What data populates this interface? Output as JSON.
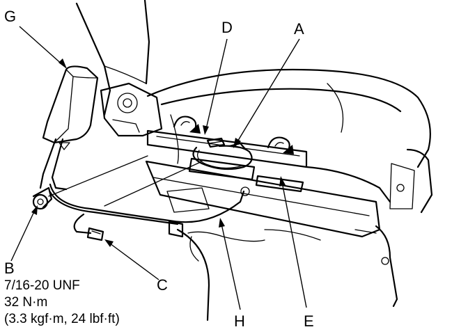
{
  "callouts": {
    "A": "A",
    "B": "B",
    "C": "C",
    "D": "D",
    "E": "E",
    "G": "G",
    "H": "H"
  },
  "spec": {
    "thread": "7/16-20 UNF",
    "torque_nm": "32 N·m",
    "torque_alt": "(3.3 kgf·m, 24 lbf·ft)"
  }
}
